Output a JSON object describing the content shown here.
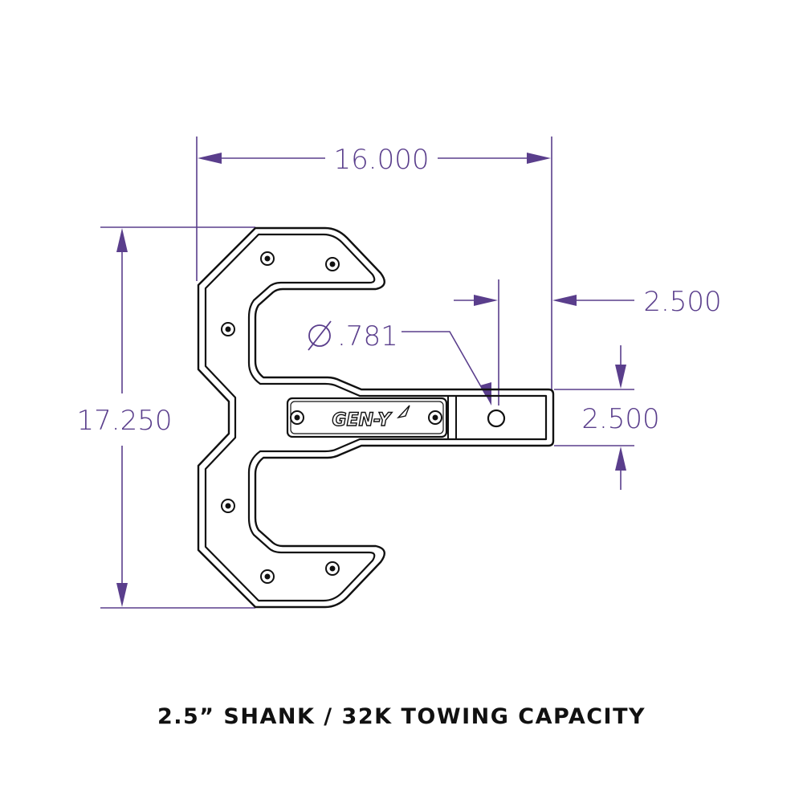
{
  "dimensions": {
    "overall_width": "16.000",
    "overall_height": "17.250",
    "shank_offset": "2.500",
    "shank_height": "2.500",
    "pin_hole": ".781"
  },
  "logo_text": "GEN-Y",
  "caption": "2.5” SHANK / 32K TOWING CAPACITY",
  "colors": {
    "dimension": "#5a3e8c",
    "outline": "#111111"
  }
}
